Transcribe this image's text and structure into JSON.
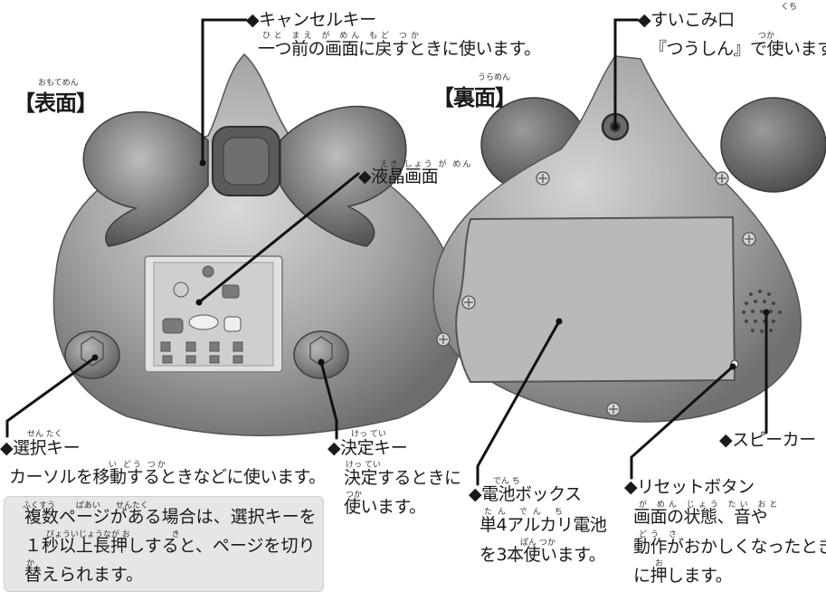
{
  "front": {
    "title": "【表面】",
    "title_ruby": "おもてめん"
  },
  "back": {
    "title": "【裏面】",
    "title_ruby": "うらめん"
  },
  "labels": {
    "cancel_key": {
      "name": "◆キャンセルキー",
      "desc": "一つ前の画面に戻すときに使います。",
      "ruby": "ひと まえ が めん もど つか"
    },
    "mouth": {
      "name": "◆すいこみ口",
      "desc": "『つうしん』で使います。",
      "ruby_name": "くち",
      "ruby_desc": "つか"
    },
    "lcd": {
      "name": "◆液晶画面",
      "ruby": "えき しょう が めん"
    },
    "select_key": {
      "name": "◆選択キー",
      "desc": "カーソルを移動するときなどに使います。",
      "ruby_name": "せん たく",
      "ruby_desc": "い どう つか"
    },
    "decide_key": {
      "name": "◆決定キー",
      "desc1": "決定するときに",
      "desc2": "使います。",
      "ruby_name": "けっ てい",
      "ruby_desc": "けっ てい",
      "ruby_desc2": "つか"
    },
    "battery": {
      "name": "◆電池ボックス",
      "desc1": "単4アルカリ電池",
      "desc2": "を3本使います。",
      "ruby_name": "でん ち",
      "ruby_desc": "たん でん ち",
      "ruby_desc2": "ぽん つか"
    },
    "speaker": {
      "name": "◆スピーカー"
    },
    "reset": {
      "name": "◆リセットボタン",
      "desc1": "画面の状態、音や",
      "desc2": "動作がおかしくなったとき",
      "desc3": "に押します。",
      "ruby_desc1": "が めん じょう たい おと",
      "ruby_desc2": "どう さ",
      "ruby_desc3": "お"
    }
  },
  "note": {
    "line1": "複数ページがある場合は、選択キーを",
    "line2": "１秒以上長押しすると、ページを切り",
    "line3": "替えられます。",
    "ruby1": "ふくすう        ばあい      せんたく",
    "ruby2": "びょういじょうなが お                き",
    "ruby3": "か"
  }
}
